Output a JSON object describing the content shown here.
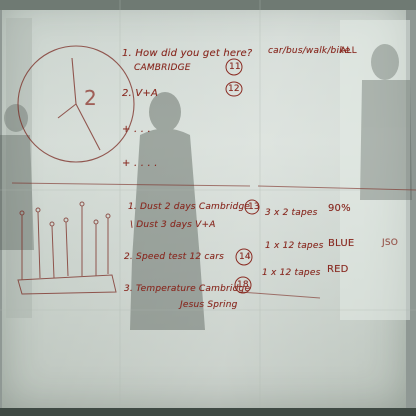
{
  "whiteboard": {
    "clock_numeral": "2",
    "q1_question": "1. How did you get here?",
    "q1_answer": "CAMBRIDGE",
    "q1_count": "11",
    "q1_note": "car/bus/walk/bike",
    "q1_note_right": "ALL",
    "q2_label": "2. V+A",
    "q2_count": "12",
    "plus_line_1": "+ . . .",
    "plus_line_2": "+ . . . .",
    "item1_line1": "1. Dust 2 days Cambridge",
    "item1_count": "13",
    "item1_line2": "\\ Dust 3 days V+A",
    "item1_tapes": "3 x 2 tapes",
    "item1_value": "90%",
    "item2_line": "2. Speed test 12 cars",
    "item2_count": "14",
    "item2_tapes": "1 x 12 tapes",
    "item2_color": "BLUE",
    "item2_tapes2": "1 x 12 tapes",
    "item2_color2": "RED",
    "item3_line1": "3. Temperature Cambridge",
    "item3_count": "18",
    "item3_line2": "Jesus Spring",
    "edge_text": "JSO"
  }
}
